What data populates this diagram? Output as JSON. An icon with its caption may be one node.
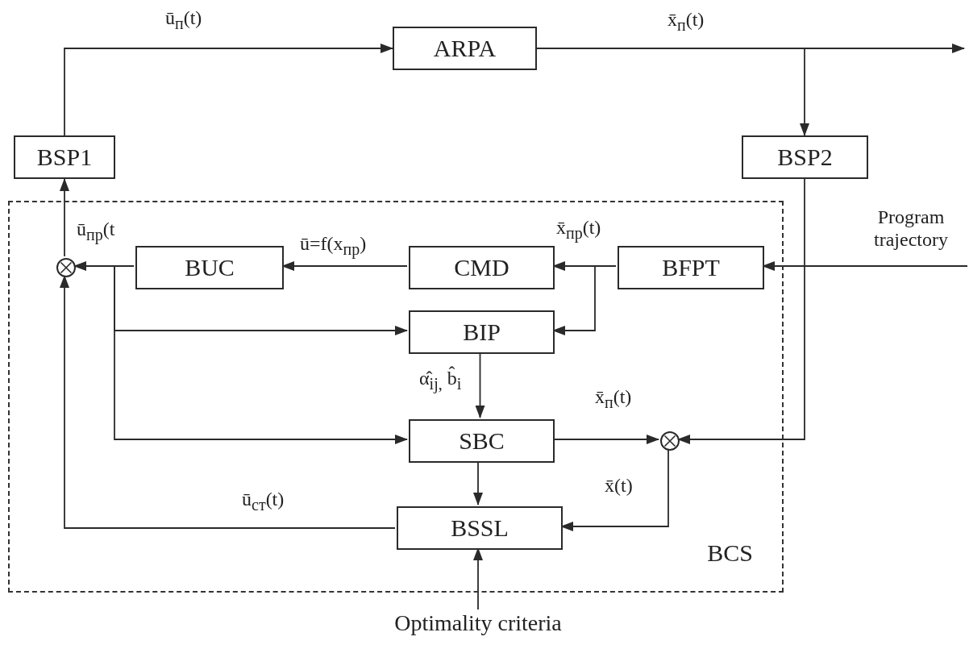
{
  "diagram": {
    "nodes": [
      {
        "text": [
          "ARPA"
        ]
      },
      {
        "text": [
          "BSP1"
        ]
      },
      {
        "text": [
          "BSP2"
        ]
      },
      {
        "text": [
          "BCS"
        ]
      },
      {
        "text": [],
        "shape": "circle",
        "in": 3
      },
      {
        "text": [
          "BUC"
        ],
        "in": 3
      },
      {
        "text": [
          "CMD"
        ],
        "in": 3
      },
      {
        "text": [
          "BFPT"
        ],
        "in": 3
      },
      {
        "text": [
          "BIP"
        ],
        "in": 3
      },
      {
        "text": [
          "SBC"
        ],
        "in": 3
      },
      {
        "text": [],
        "shape": "circle",
        "in": 3
      },
      {
        "text": [
          "BSSL"
        ],
        "in": 3
      },
      {
        "text": [
          "Optimality criteria"
        ]
      }
    ],
    "edges": [
      {
        "from": 1,
        "to": 0,
        "arrow": "to",
        "label": "ū$_{п}$(t)"
      },
      {
        "from": 0,
        "to": null,
        "arrow": "to",
        "label": "x̄$_{п}$(t)"
      },
      {
        "from": 0,
        "to": 2,
        "arrow": "to"
      },
      {
        "from": 2,
        "to": 10,
        "arrow": "to"
      },
      {
        "from": null,
        "to": 7,
        "arrow": "to"
      },
      {
        "from": 7,
        "to": 6,
        "arrow": "to",
        "label": "x̄$_{пр}$(t)"
      },
      {
        "from": 7,
        "to": 8,
        "arrow": "to"
      },
      {
        "from": 6,
        "to": 5,
        "arrow": "to",
        "label": "ū=f(x$_{пр}$)"
      },
      {
        "from": 5,
        "to": 4,
        "arrow": "to",
        "label": "ū$_{пр}$(t"
      },
      {
        "from": 5,
        "to": 8,
        "arrow": "to"
      },
      {
        "from": 5,
        "to": 9,
        "arrow": "to"
      },
      {
        "from": 8,
        "to": 9,
        "arrow": "to",
        "label": "α̂$_{ij,}$ b̂$_{i}$"
      },
      {
        "from": 9,
        "to": 10,
        "arrow": "to",
        "label": "x̄$_{п}$(t)"
      },
      {
        "from": 10,
        "to": 11,
        "arrow": "to",
        "label": "x̄(t)"
      },
      {
        "from": 9,
        "to": 11,
        "arrow": "to"
      },
      {
        "from": 11,
        "to": 4,
        "arrow": "to",
        "label": "ū$_{ст}$(t)"
      },
      {
        "from": 4,
        "to": 1,
        "arrow": "to"
      },
      {
        "from": 12,
        "to": 11,
        "arrow": "to"
      }
    ],
    "labels": [
      "Program trajectory"
    ]
  }
}
